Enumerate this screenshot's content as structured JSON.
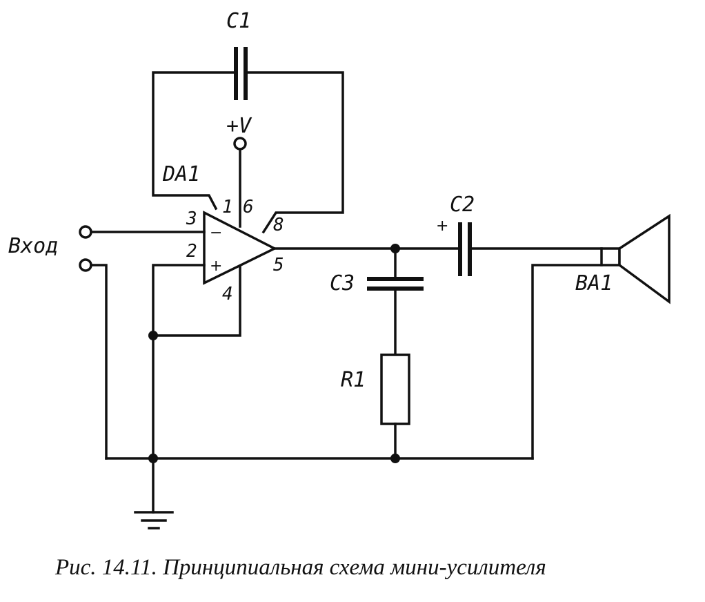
{
  "components": {
    "c1": "C1",
    "c2": "C2",
    "c3": "C3",
    "r1": "R1",
    "da1": "DA1",
    "ba1": "BA1",
    "supply": "+V"
  },
  "input_label": "Вход",
  "opamp": {
    "pin_inverting": "3",
    "pin_noninverting": "2",
    "pin_1": "1",
    "pin_6": "6",
    "pin_8": "8",
    "pin_output": "5",
    "pin_ground": "4",
    "sign_minus": "−",
    "sign_plus": "+"
  },
  "c2_polarity": "+",
  "caption": "Рис. 14.11. Принципиальная схема мини-усилителя"
}
